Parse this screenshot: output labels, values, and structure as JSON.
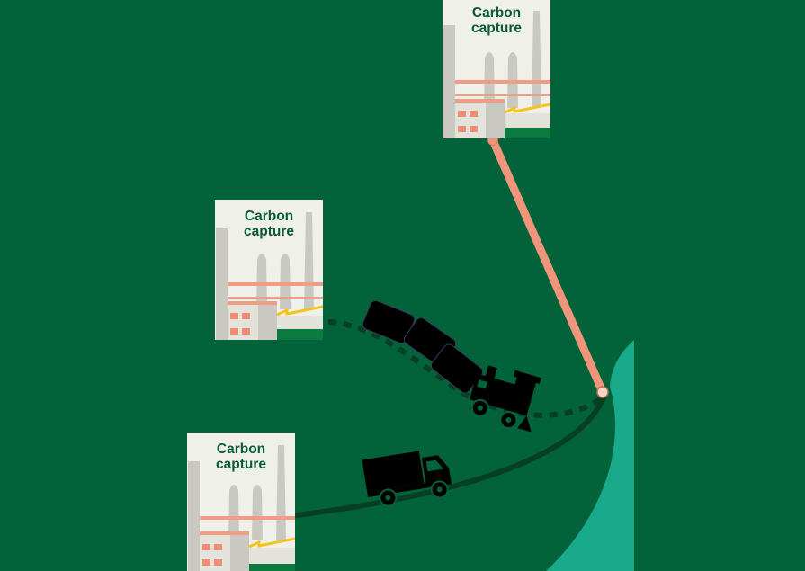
{
  "colors": {
    "background": "#02623a",
    "card": "#f0f0ea",
    "card_title": "#0c5a35",
    "salmon": "#f0957c",
    "sea": "#19a98b",
    "route": "#073f22",
    "yellow": "#f5c31c"
  },
  "facilities": [
    {
      "label_line1": "Carbon",
      "label_line2": "capture"
    },
    {
      "label_line1": "Carbon",
      "label_line2": "capture"
    },
    {
      "label_line1": "Carbon",
      "label_line2": "capture"
    }
  ],
  "icons": {
    "pipeline": "pipeline-icon",
    "train": "train-icon",
    "truck": "truck-icon",
    "sea": "sea-coast-icon"
  }
}
